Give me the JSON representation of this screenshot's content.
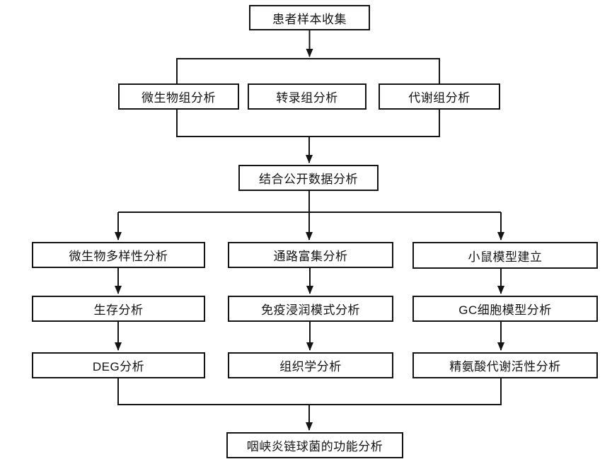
{
  "diagram": {
    "title": "",
    "colors": {
      "box_border": "#141414",
      "box_fill": "#ffffff",
      "line": "#141414",
      "text": "#141414",
      "background": "#ffffff"
    },
    "nodes": {
      "patient_sample": {
        "label": "患者样本收集"
      },
      "microbiome": {
        "label": "微生物组分析"
      },
      "transcriptome": {
        "label": "转录组分析"
      },
      "metabolome": {
        "label": "代谢组分析"
      },
      "public_data": {
        "label": "结合公开数据分析"
      },
      "microbial_diversity": {
        "label": "微生物多样性分析"
      },
      "survival": {
        "label": "生存分析"
      },
      "deg": {
        "label": "DEG分析"
      },
      "pathway_enrichment": {
        "label": "通路富集分析"
      },
      "immune_infiltration": {
        "label": "免疫浸润模式分析"
      },
      "histology": {
        "label": "组织学分析"
      },
      "mouse_model": {
        "label": "小鼠模型建立"
      },
      "gc_cell_model": {
        "label": "GC细胞模型分析"
      },
      "arginine_metabolism": {
        "label": "精氨酸代谢活性分析"
      },
      "functional_analysis": {
        "label": "咽峡炎链球菌的功能分析"
      }
    }
  }
}
